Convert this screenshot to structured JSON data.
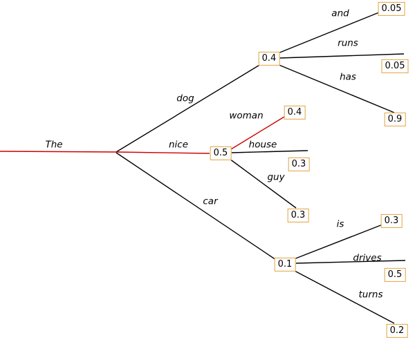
{
  "colors": {
    "edge": "#000000",
    "path_highlight": "#cc0000",
    "box_border": "#e0a33e",
    "box_fill": "#ffffff"
  },
  "tree": {
    "root": {
      "word": "The"
    },
    "branches": [
      {
        "word": "dog",
        "prob": "0.4",
        "children": [
          {
            "word": "and",
            "prob": "0.05"
          },
          {
            "word": "runs",
            "prob": "0.05"
          },
          {
            "word": "has",
            "prob": "0.9"
          }
        ]
      },
      {
        "word": "nice",
        "prob": "0.5",
        "highlighted": true,
        "children": [
          {
            "word": "woman",
            "prob": "0.4",
            "highlighted": true
          },
          {
            "word": "house",
            "prob": "0.3"
          },
          {
            "word": "guy",
            "prob": "0.3"
          }
        ]
      },
      {
        "word": "car",
        "prob": "0.1",
        "children": [
          {
            "word": "is",
            "prob": "0.3"
          },
          {
            "word": "drives",
            "prob": "0.5"
          },
          {
            "word": "turns",
            "prob": "0.2"
          }
        ]
      }
    ]
  }
}
